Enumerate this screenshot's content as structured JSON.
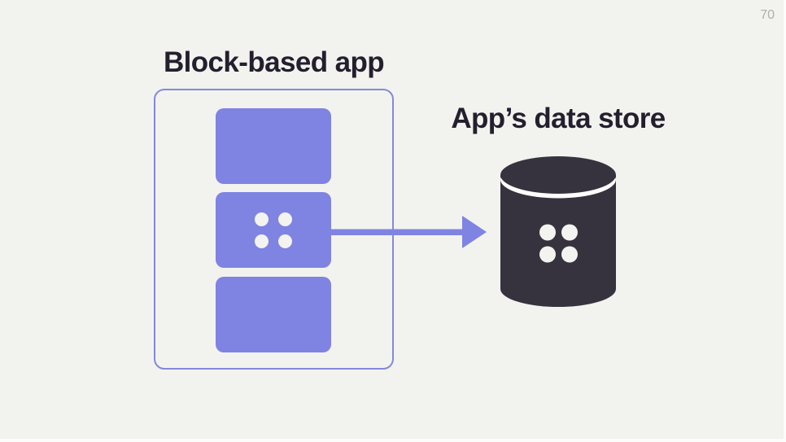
{
  "page": {
    "number": "70"
  },
  "diagram": {
    "app": {
      "label": "Block-based app",
      "block_count": 3,
      "active_block": "middle-block-with-dots"
    },
    "datastore": {
      "label": "App’s data store",
      "icon": "database-cylinder-icon"
    },
    "arrow": {
      "type": "right-arrow",
      "from": "app-middle-block",
      "to": "apps-data-store"
    },
    "colors": {
      "background": "#f2f3ee",
      "purple": "#7f83e2",
      "outline_purple": "#8588dd",
      "dark": "#37333e",
      "dot": "#f3f4ef",
      "title_text": "#241f2e",
      "page_number": "#b2aea8"
    }
  }
}
